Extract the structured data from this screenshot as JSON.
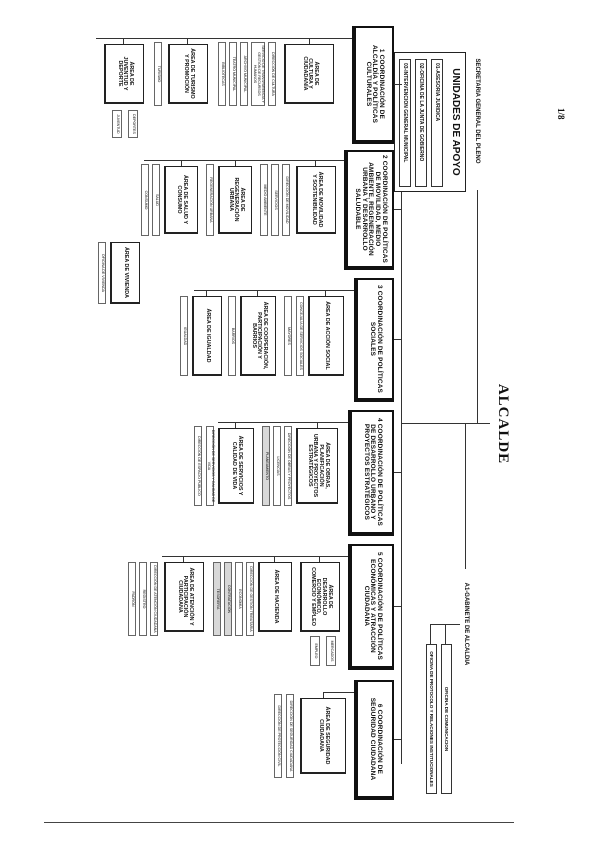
{
  "page_number": "1/8",
  "title": "ALCALDE",
  "gabinete": "A1-GABINETE DE ALCALDIA",
  "secretaria": "SECRETARIA GENERAL DEL PLENO",
  "unidades_apoyo": {
    "title": "UNIDADES DE APOYO",
    "items": [
      "01-ASESORIA JURIDICA",
      "02-OFICINA DE LA JUNTA DE GOBIERNO",
      "03-INTERVENCION GENERAL MUNICIPAL"
    ]
  },
  "gabinete_offices": [
    "OFICINA DE COMUNICACION",
    "OFICINA DE PROTOCOLO Y RELACIONES INSTITUCIONALES"
  ],
  "coordinaciones": [
    {
      "title": "1 COORDINACIÓN DE ALCALDÍA Y POLÍTICAS CULTURALES",
      "areas": [
        {
          "name": "ÁREA DE CULTURA Y CIUDADANÍA",
          "subs": [
            "DIRECCIÓN DE CULTURA",
            "SERVICIO DE TRANSPARENCIA Y GESTIÓN DE RECURSOS HUMANOS",
            "ARCHIVO MUNICIPAL",
            "TEATRO MUNICIPAL",
            "BIBLIOTECAS"
          ]
        },
        {
          "name": "ÁREA DE TURISMO Y PROMOCIÓN",
          "subs": [
            "TURISMO"
          ]
        },
        {
          "name": "ÁREA DE JUVENTUD Y DEPORTE",
          "subs": [
            "DEPORTES",
            "JUVENTUD"
          ]
        }
      ]
    },
    {
      "title": "2 COORDINACIÓN DE POLÍTICAS DE MOVILIDAD, MEDIO AMBIENTE, REGENERACIÓN URBANA Y DESARROLLO SALUDABLE",
      "areas": [
        {
          "name": "ÁREA DE MOVILIDAD Y SOSTENIBILIDAD",
          "subs": [
            "DIRECCIÓN DE MOVILIDAD",
            "SERVICIOS",
            "MEDIO AMBIENTE"
          ]
        },
        {
          "name": "ÁREA DE REGENERACIÓN URBANA",
          "subs": [
            "REGENERACIÓN URBANA"
          ]
        },
        {
          "name": "ÁREA DE SALUD Y CONSUMO",
          "subs": [
            "SALUD",
            "CONSUMO"
          ]
        },
        {
          "name": "ÁREA DE VIVIENDA",
          "subs": [
            "OFICINA DE VIVIENDA"
          ]
        }
      ]
    },
    {
      "title": "3 COORDINACIÓN DE POLÍTICAS SOCIALES",
      "areas": [
        {
          "name": "ÁREA DE ACCIÓN SOCIAL",
          "subs": [
            "CONCEJALÍA DE SERVICIOS SOCIALES",
            "MAYORES"
          ]
        },
        {
          "name": "ÁREA DE COOPERACIÓN, PARTICIPACIÓN Y BARRIOS",
          "subs": [
            "BARRIOS"
          ]
        },
        {
          "name": "ÁREA DE IGUALDAD",
          "subs": [
            "IGUALDAD"
          ]
        }
      ]
    },
    {
      "title": "4 COORDINACIÓN DE POLÍTICAS DE DESARROLLO URBANO Y PROYECTOS ESTRATÉGICOS",
      "areas": [
        {
          "name": "ÁREA DE OBRAS, PLANIFICACIÓN URBANA Y PROYECTOS ESTRATÉGICOS",
          "subs": [
            "DIRECCIÓN DE OBRAS Y PROYECTOS",
            "LICENCIAS",
            "PLANEAMIENTO"
          ]
        },
        {
          "name": "ÁREA DE SERVICIOS Y CALIDAD DE VIDA",
          "subs": [
            "DIRECCIÓN DE SERVICIOS Y CALIDAD DE VIDA",
            "DIRECCIÓN DE ESPACIO PÚBLICO"
          ]
        }
      ]
    },
    {
      "title": "5 COORDINACIÓN DE POLÍTICAS ECONÓMICAS Y ATRACCIÓN CIUDADANA",
      "areas": [
        {
          "name": "ÁREA DE DESARROLLO ECONÓMICO, COMERCIO Y EMPLEO",
          "subs": [
            "MERCADOS",
            "EMPLEO"
          ]
        },
        {
          "name": "ÁREA DE HACIENDA",
          "subs": [
            "DIRECCIÓN DE GESTIÓN TRIBUTARIA",
            "ECONOMÍA",
            "CONTRATACIÓN",
            "TESORERÍA"
          ]
        },
        {
          "name": "ÁREA DE ATENCIÓN Y PARTICIPACIÓN CIUDADANA",
          "subs": [
            "DIRECCIÓN DE ATENCIÓN CIUDADANA",
            "REGISTRO",
            "PADRÓN"
          ]
        }
      ]
    },
    {
      "title": "6 COORDINACIÓN DE SEGURIDAD CIUDADANA",
      "areas": [
        {
          "name": "ÁREA DE SEGURIDAD CIUDADANA",
          "subs": [
            "DIRECCIÓN DE SEGURIDAD CIUDADANA",
            "DIRECCIÓN DE PROTECCIÓN CIVIL"
          ]
        }
      ]
    }
  ]
}
